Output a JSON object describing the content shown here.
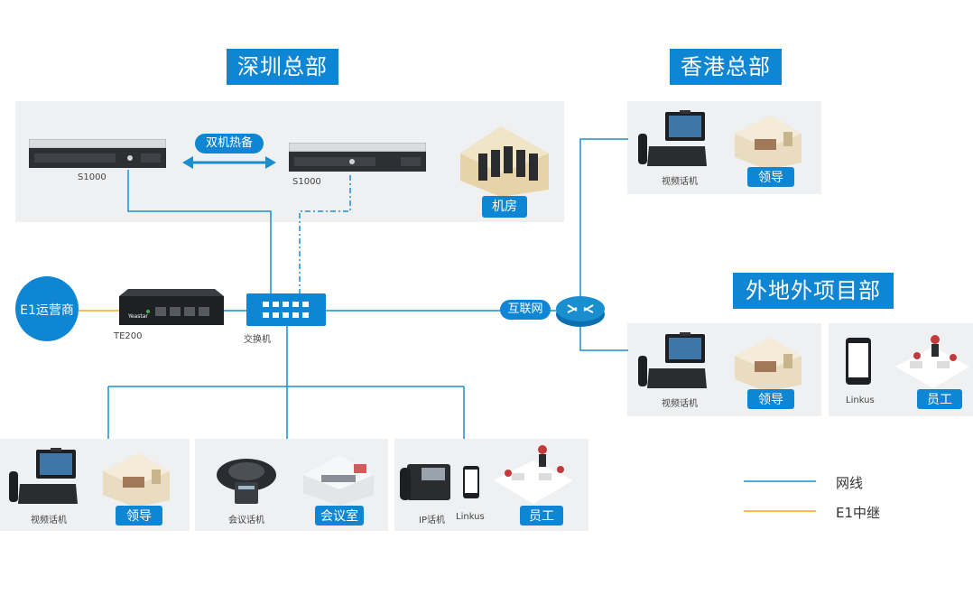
{
  "headquarters": {
    "title": "深圳总部",
    "server_left": "S1000",
    "server_right": "S1000",
    "hot_standby": "双机热备",
    "server_room": "机房"
  },
  "hongkong": {
    "title": "香港总部",
    "video_phone": "视频话机",
    "leader": "领导"
  },
  "remote": {
    "title": "外地外项目部",
    "video_phone": "视频话机",
    "leader": "领导",
    "linkus": "Linkus",
    "staff": "员工"
  },
  "core": {
    "e1_carrier": "E1运营商",
    "te200": "TE200",
    "switch": "交换机",
    "internet": "互联网",
    "brand": "Yeastar"
  },
  "bottom": {
    "video_phone": "视频话机",
    "leader": "领导",
    "conf_phone": "会议话机",
    "meeting_room": "会议室",
    "ip_phone": "IP话机",
    "linkus": "Linkus",
    "staff": "员工"
  },
  "legend": {
    "network": "网线",
    "e1": "E1中继"
  },
  "colors": {
    "blue_line": "#1a8fd0",
    "orange_line": "#f5a623",
    "badge": "#0f86d4"
  }
}
